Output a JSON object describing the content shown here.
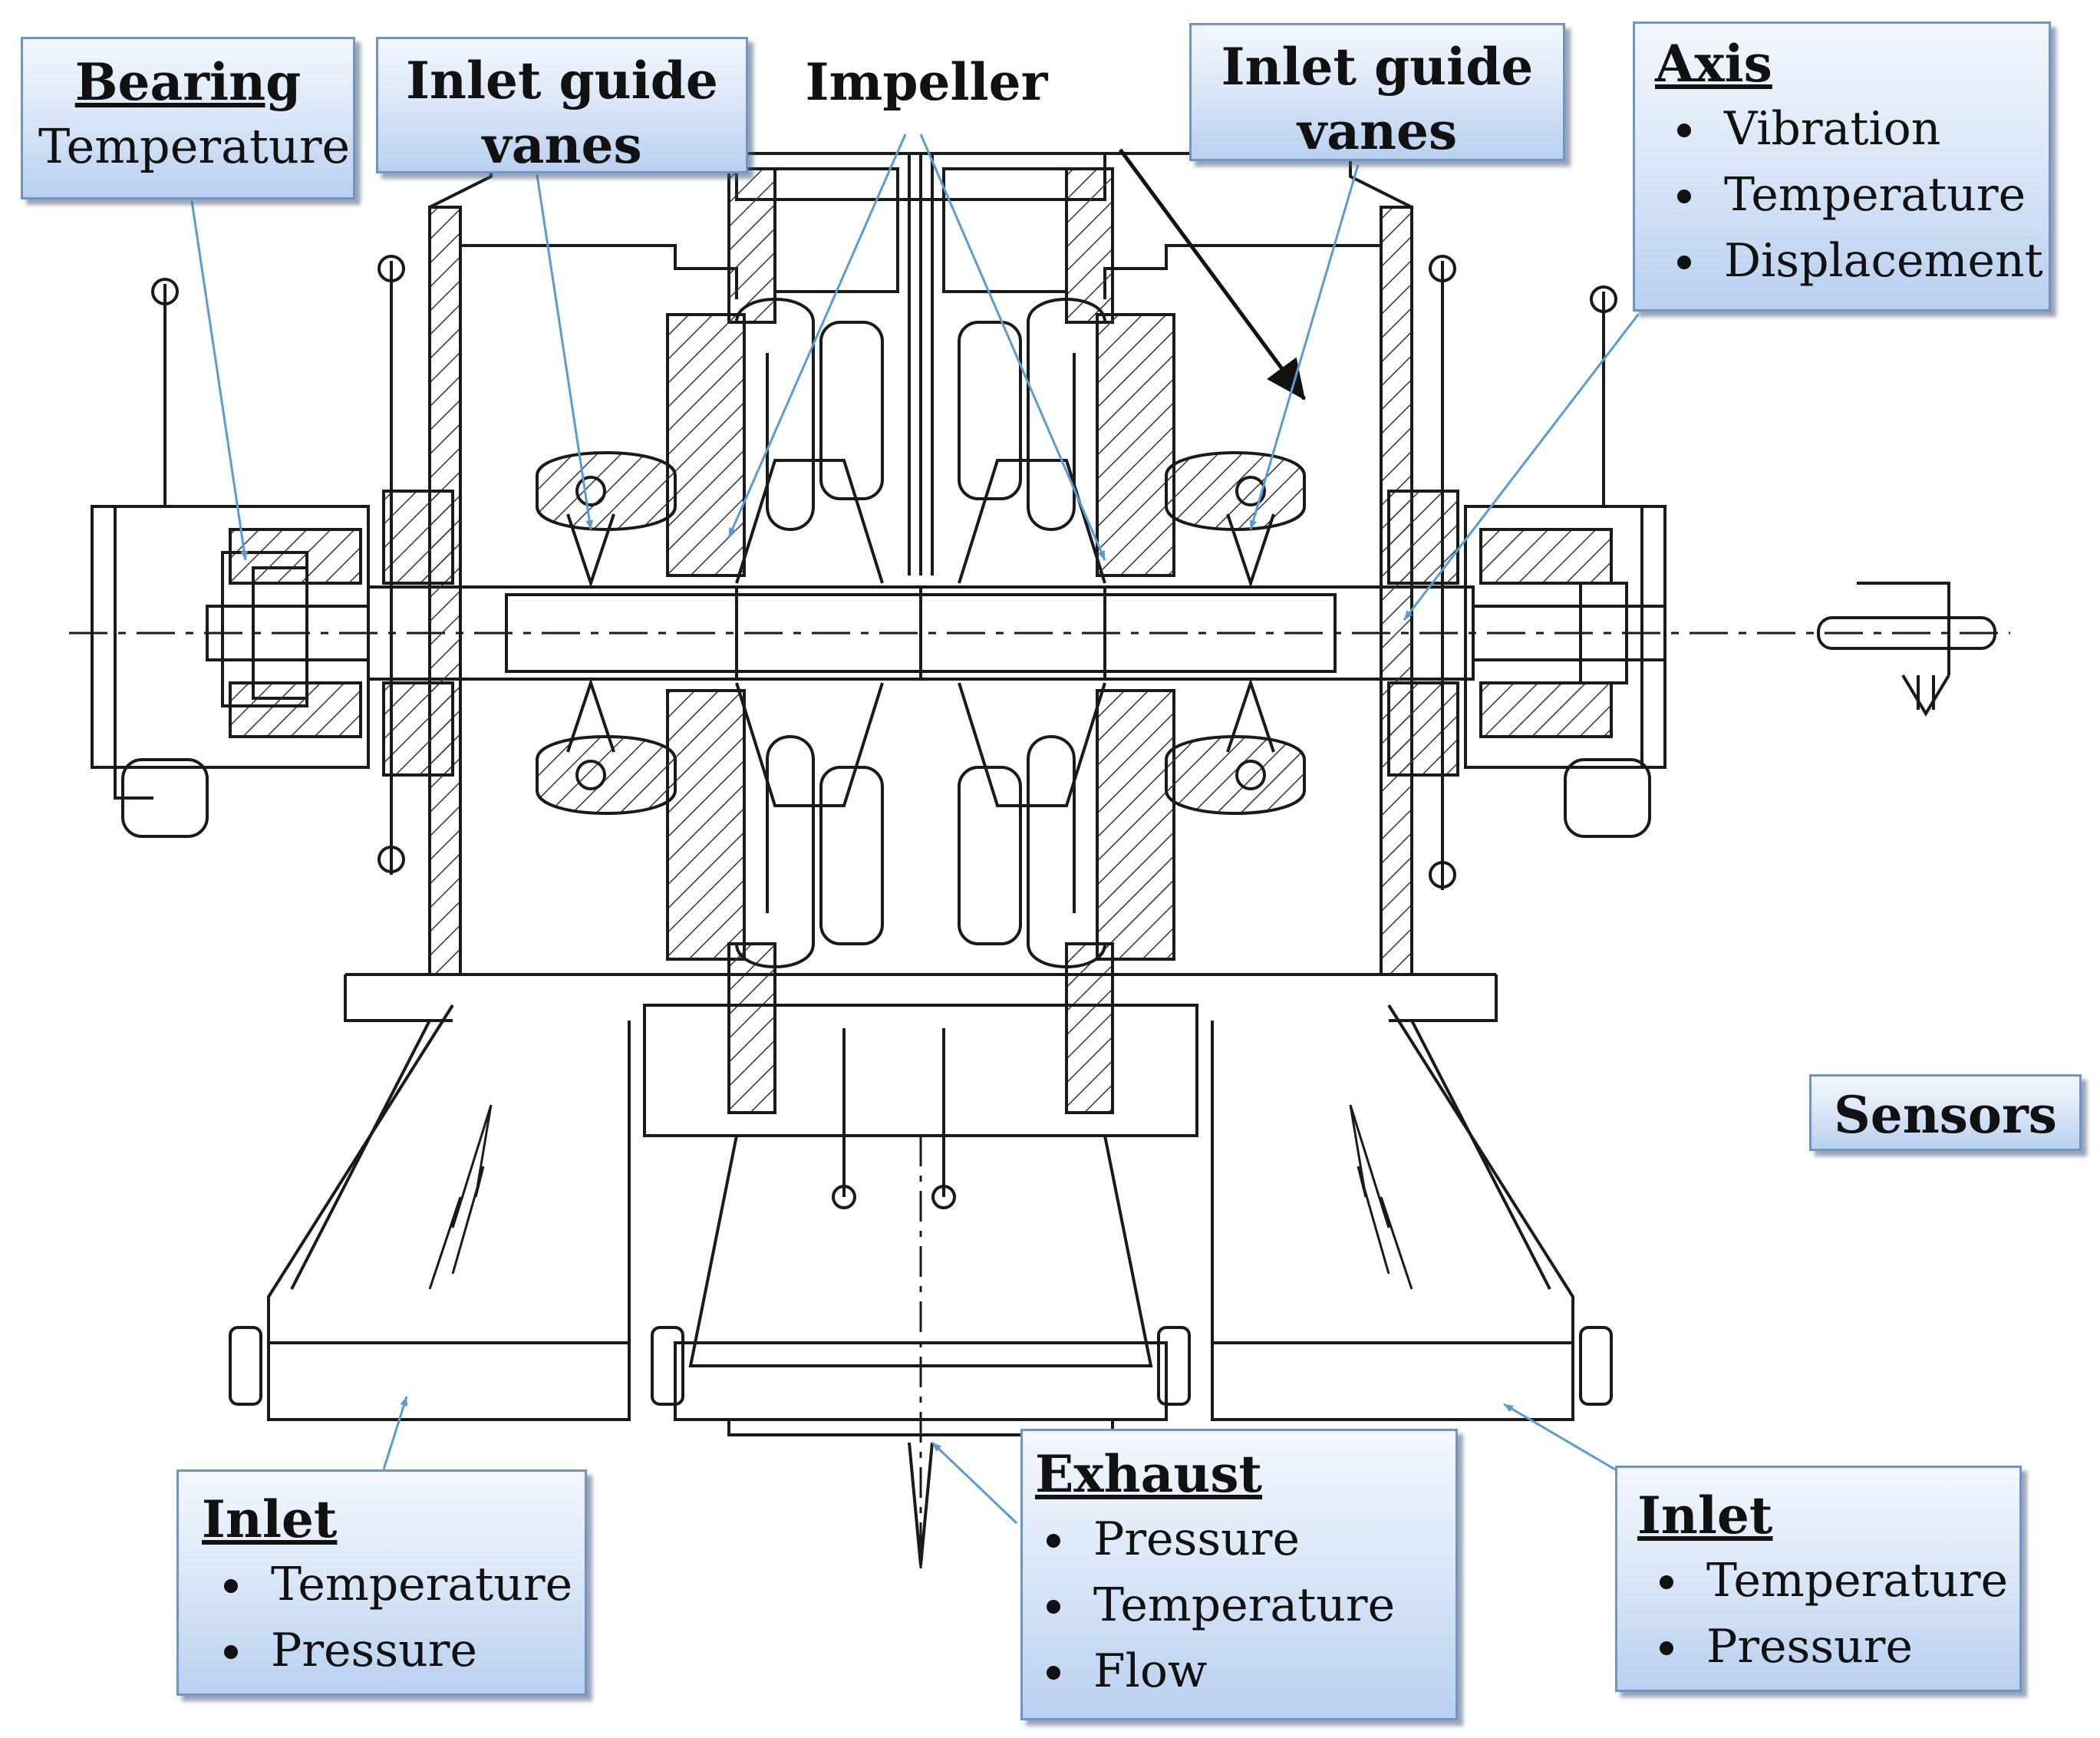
{
  "colors": {
    "callout_border": "#6f95c8",
    "callout_fill_top": "#f3f7fd",
    "callout_fill_bottom": "#b9d0ef",
    "leader_line": "#5b9bd5",
    "drawing_line": "#1a1a1a"
  },
  "callouts": {
    "bearing": {
      "title": "Bearing",
      "text": "Temperature"
    },
    "igv_left": {
      "line1": "Inlet guide",
      "line2": "vanes"
    },
    "impeller": {
      "text": "Impeller"
    },
    "igv_right": {
      "line1": "Inlet guide",
      "line2": "vanes"
    },
    "axis": {
      "title": "Axis",
      "items": [
        "Vibration",
        "Temperature",
        "Displacement"
      ]
    },
    "sensors": {
      "text": "Sensors"
    },
    "inlet_left": {
      "title": "Inlet",
      "items": [
        "Temperature",
        "Pressure"
      ]
    },
    "exhaust": {
      "title": "Exhaust",
      "items": [
        "Pressure",
        "Temperature",
        "Flow"
      ]
    },
    "inlet_right": {
      "title": "Inlet",
      "items": [
        "Temperature",
        "Pressure"
      ]
    }
  }
}
